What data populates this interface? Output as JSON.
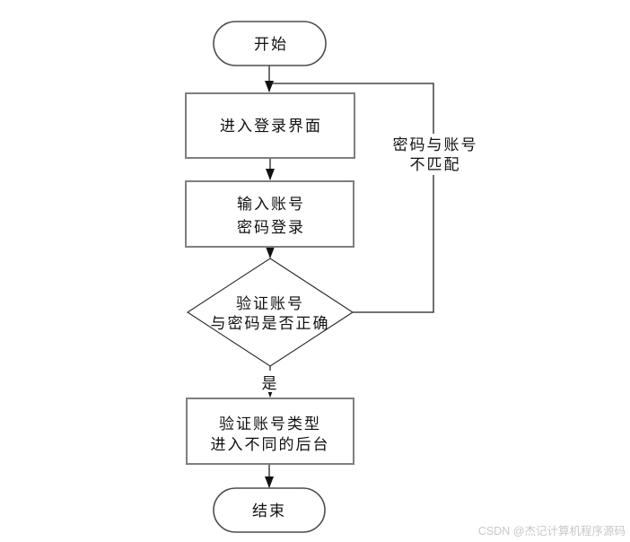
{
  "diagram": {
    "title": "login-flowchart",
    "nodes": {
      "start": {
        "type": "terminator",
        "label": "开始"
      },
      "enter_login": {
        "type": "process",
        "label": "进入登录界面"
      },
      "input_credentials": {
        "type": "process",
        "line1": "输入账号",
        "line2": "密码登录"
      },
      "verify_decision": {
        "type": "decision",
        "line1": "验证账号",
        "line2": "与密码是否正确"
      },
      "verify_type": {
        "type": "process",
        "line1": "验证账号类型",
        "line2": "进入不同的后台"
      },
      "end": {
        "type": "terminator",
        "label": "结束"
      }
    },
    "edge_labels": {
      "yes": "是",
      "no_line1": "密码与账号",
      "no_line2": "不匹配"
    },
    "colors": {
      "process_border": "#7f7f7f",
      "terminator_border": "#4d4d4d",
      "decision_border": "#262626",
      "connector": "#222222",
      "text": "#111111",
      "watermark": "#c8c8c8"
    }
  },
  "watermark": {
    "text": "CSDN @杰记计算机程序源码"
  }
}
